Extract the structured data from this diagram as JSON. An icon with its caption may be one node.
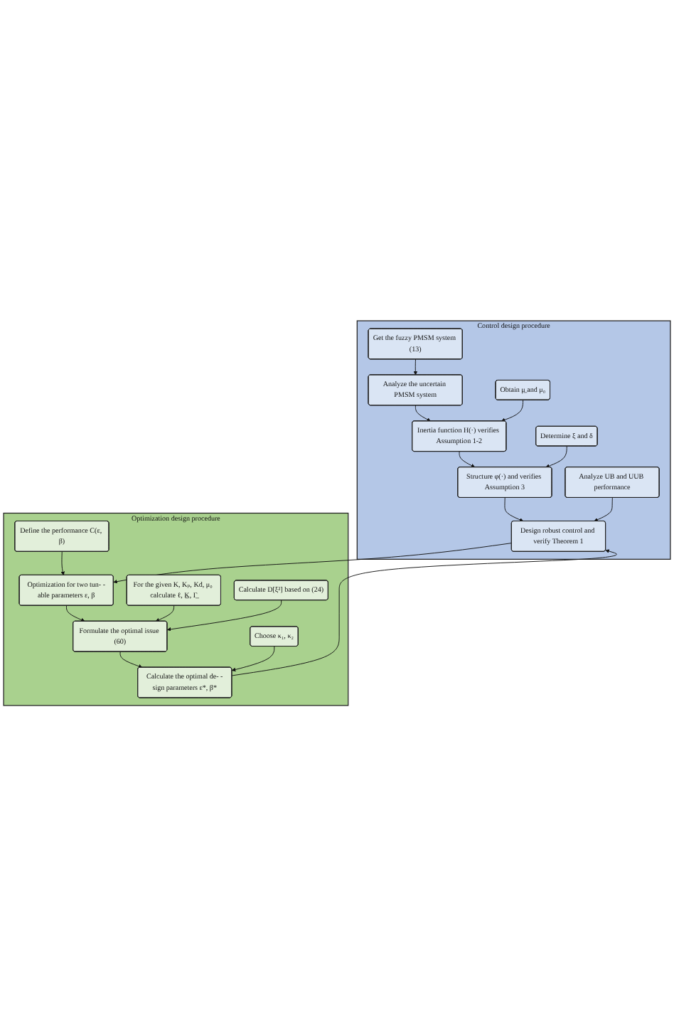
{
  "diagram": {
    "nodes": [
      {
        "text": [
          "Control design procedure"
        ]
      },
      {
        "text": [
          "Analyze the uncertain PMSM system"
        ],
        "in": 0
      },
      {
        "text": [
          "Get the fuzzy PMSM system (13)"
        ],
        "in": 0
      },
      {
        "text": [
          "Inertia function H(·) verifies Assumption 1-2"
        ],
        "in": 0
      },
      {
        "text": [
          "Obtain μ̲ and μ₀"
        ],
        "in": 0
      },
      {
        "text": [
          "Structure φ(·) and verifies Assumption 3"
        ],
        "in": 0
      },
      {
        "text": [
          "Determine ξ and δ"
        ],
        "in": 0
      },
      {
        "text": [
          "Design robust control and verify Theorem 1"
        ],
        "in": 0
      },
      {
        "text": [
          "Analyze UB and UUB performance"
        ],
        "in": 0
      },
      {
        "text": [
          "Optimization design procedure"
        ]
      },
      {
        "text": [
          "Optimization for two tun- -able parameters ε, β"
        ],
        "in": 9
      },
      {
        "text": [
          "Define the performance C(ε, β)"
        ],
        "in": 9
      },
      {
        "text": [
          "For the given K, Kₚ, Kd, μ₀ calculate ℓ, K̲, Γ̲"
        ],
        "in": 9
      },
      {
        "text": [
          "Formulate the optimal issue (60)"
        ],
        "in": 9
      },
      {
        "text": [
          "Calculate D[ξ²] based on (24)"
        ],
        "in": 9
      },
      {
        "text": [
          "Calculate the optimal de- -sign parameters ε*, β*"
        ],
        "in": 9
      },
      {
        "text": [
          "Choose κ₁, κ₂"
        ],
        "in": 9
      }
    ],
    "edges": [
      {
        "from": 2,
        "to": 1,
        "arrow": "to"
      },
      {
        "from": 1,
        "to": 3,
        "arrow": "to"
      },
      {
        "from": 4,
        "to": 3,
        "arrow": "to"
      },
      {
        "from": 3,
        "to": 5,
        "arrow": "to"
      },
      {
        "from": 6,
        "to": 5,
        "arrow": "to"
      },
      {
        "from": 5,
        "to": 7,
        "arrow": "to"
      },
      {
        "from": 8,
        "to": 7,
        "arrow": "to"
      },
      {
        "from": 7,
        "to": 10,
        "arrow": "to"
      },
      {
        "from": 11,
        "to": 10,
        "arrow": "to"
      },
      {
        "from": 10,
        "to": 13,
        "arrow": "to"
      },
      {
        "from": 12,
        "to": 13,
        "arrow": "to"
      },
      {
        "from": 14,
        "to": 13,
        "arrow": "to"
      },
      {
        "from": 13,
        "to": 15,
        "arrow": "to"
      },
      {
        "from": 16,
        "to": 15,
        "arrow": "to"
      },
      {
        "from": 15,
        "to": 7,
        "arrow": "to"
      }
    ]
  }
}
